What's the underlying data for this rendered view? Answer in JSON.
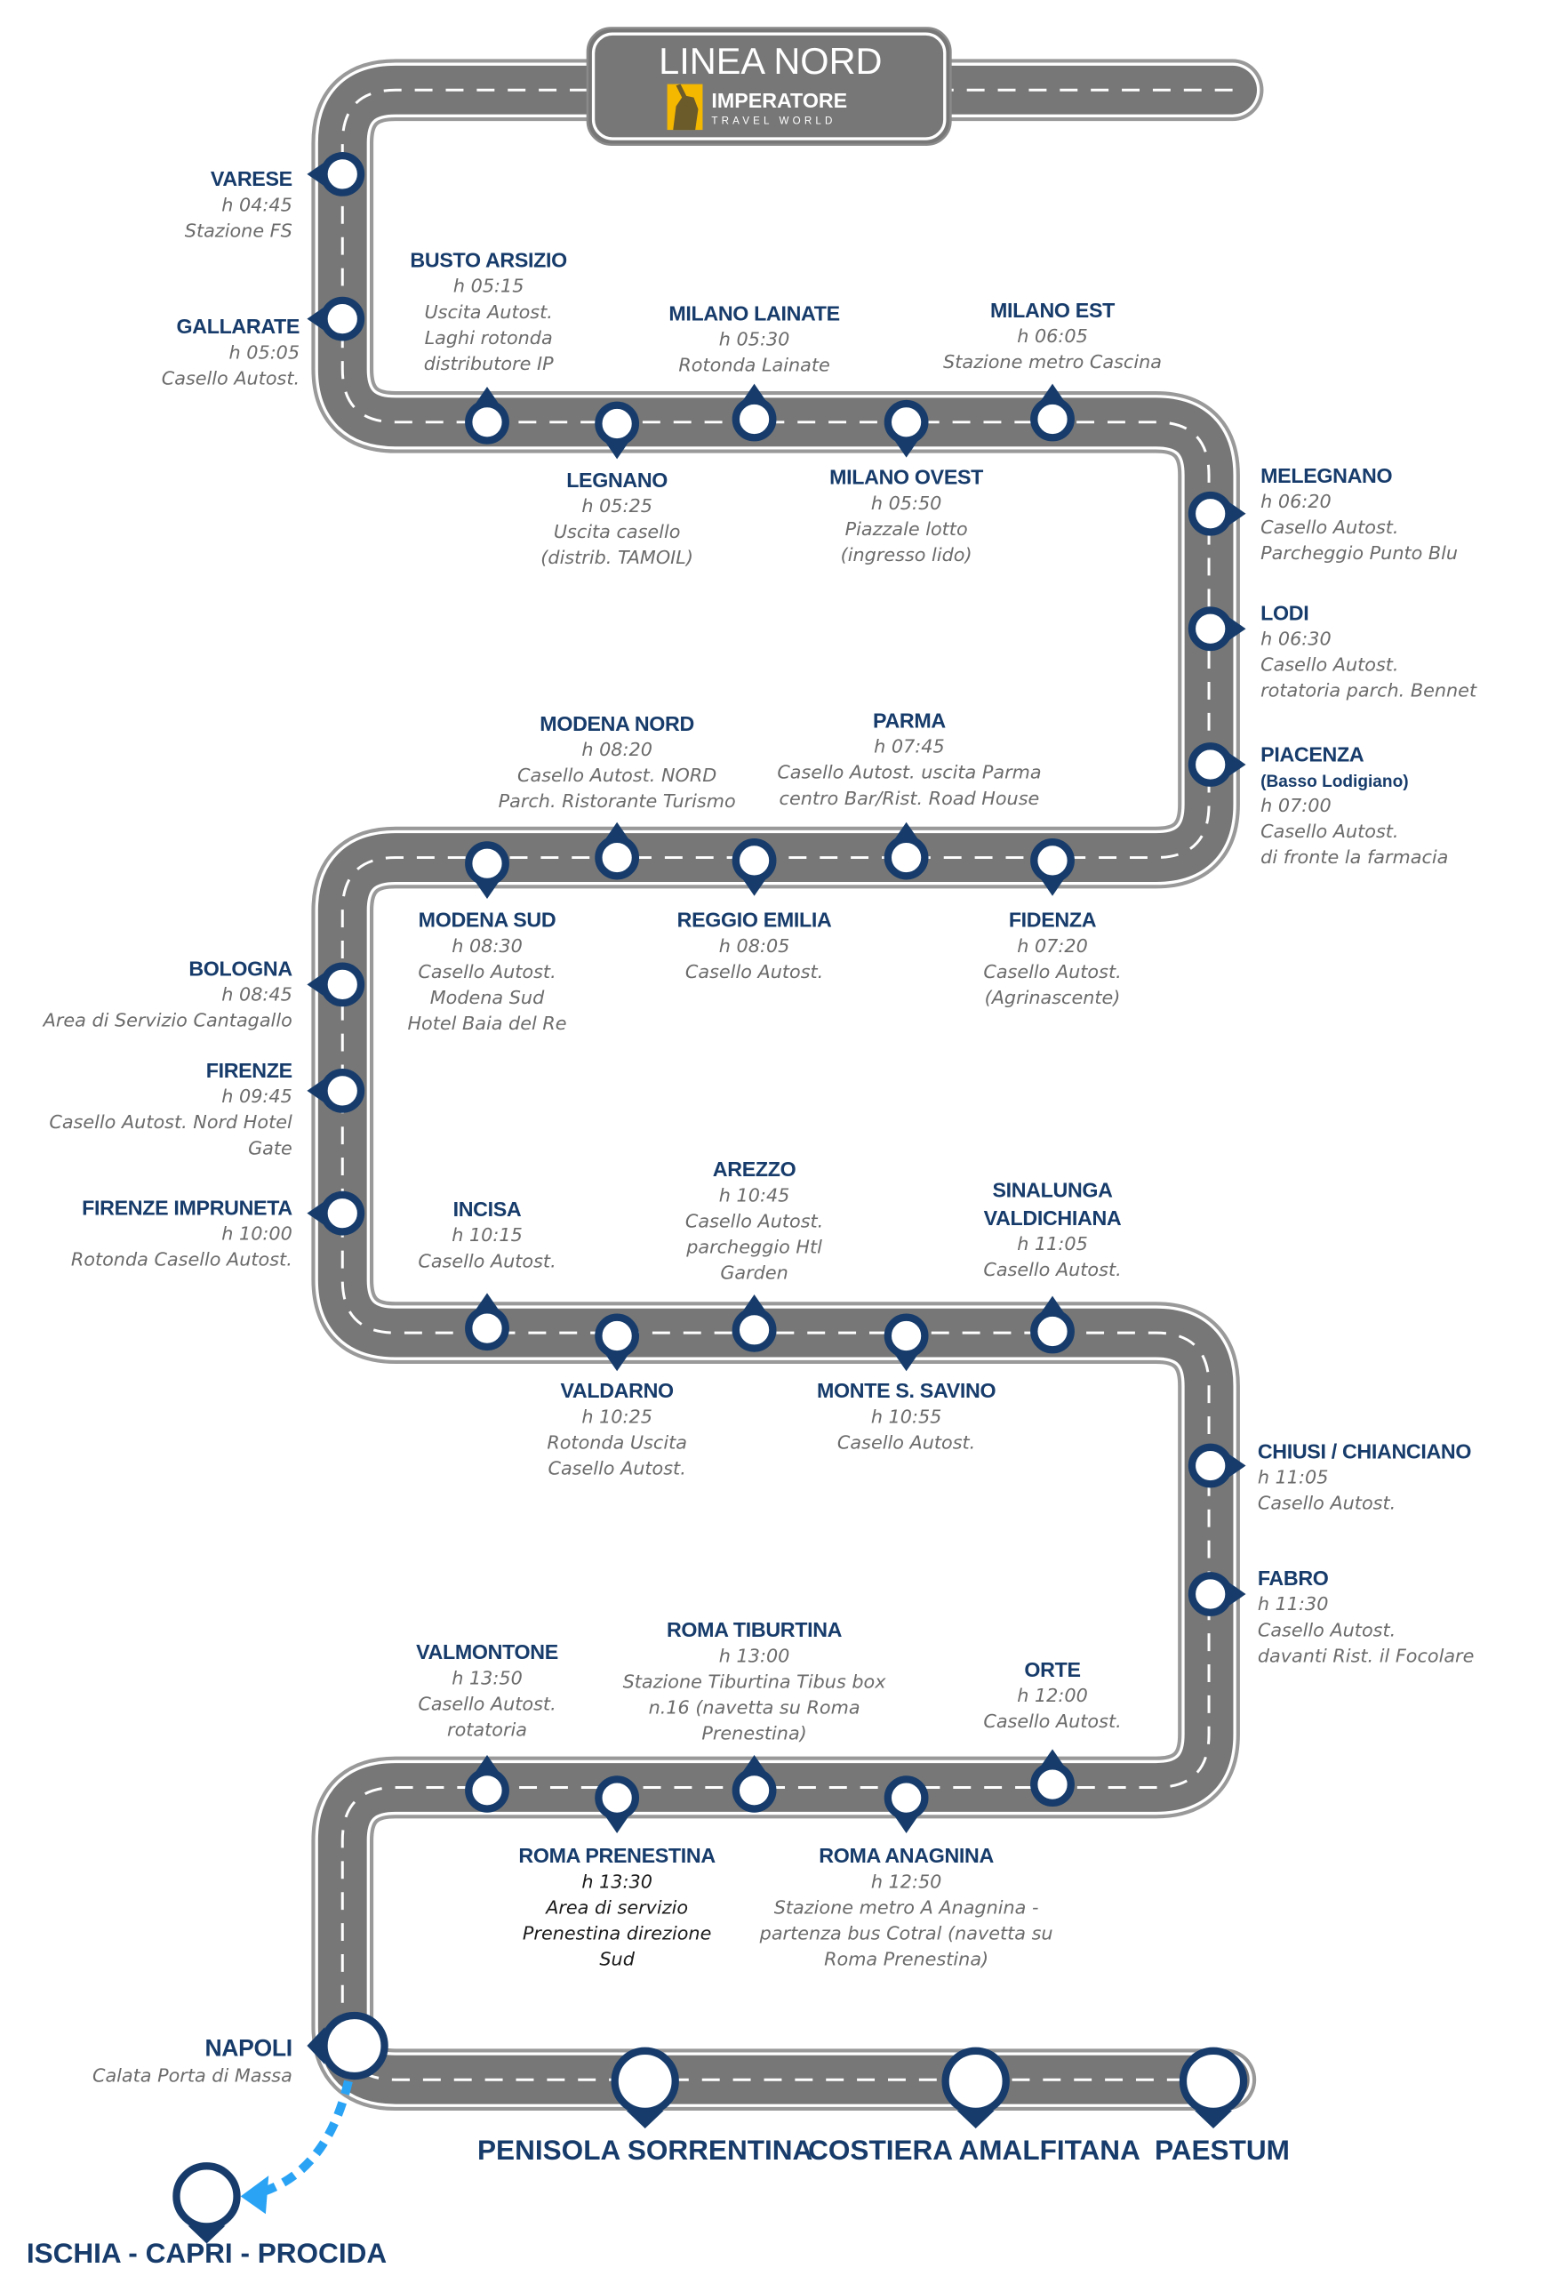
{
  "header": {
    "title": "LINEA NORD",
    "brand_name": "IMPERATORE",
    "brand_tagline": "TRAVEL WORLD"
  },
  "colors": {
    "navy": "#173c6b",
    "road": "#777777",
    "ferry_arrow": "#2aa3f5",
    "logo_yellow": "#f5b800"
  },
  "stops": [
    {
      "name": "VARESE",
      "time": "h 04:45",
      "details": [
        "Stazione FS"
      ]
    },
    {
      "name": "GALLARATE",
      "time": "h 05:05",
      "details": [
        "Casello Autost."
      ]
    },
    {
      "name": "BUSTO ARSIZIO",
      "time": "h 05:15",
      "details": [
        "Uscita Autost.",
        "Laghi rotonda",
        "distributore IP"
      ]
    },
    {
      "name": "LEGNANO",
      "time": "h 05:25",
      "details": [
        "Uscita casello",
        "(distrib. TAMOIL)"
      ]
    },
    {
      "name": "MILANO LAINATE",
      "time": "h 05:30",
      "details": [
        "Rotonda Lainate"
      ]
    },
    {
      "name": "MILANO OVEST",
      "time": "h 05:50",
      "details": [
        "Piazzale lotto",
        "(ingresso lido)"
      ]
    },
    {
      "name": "MILANO EST",
      "time": "h 06:05",
      "details": [
        "Stazione metro Cascina"
      ]
    },
    {
      "name": "MELEGNANO",
      "time": "h 06:20",
      "details": [
        "Casello Autost.",
        "Parcheggio Punto Blu"
      ]
    },
    {
      "name": "LODI",
      "time": "h 06:30",
      "details": [
        "Casello Autost.",
        "rotatoria parch. Bennet"
      ]
    },
    {
      "name": "PIACENZA",
      "subname": "(Basso Lodigiano)",
      "time": "h 07:00",
      "details": [
        "Casello Autost.",
        "di fronte la farmacia"
      ]
    },
    {
      "name": "FIDENZA",
      "time": "h 07:20",
      "details": [
        "Casello Autost.",
        "(Agrinascente)"
      ]
    },
    {
      "name": "PARMA",
      "time": "h 07:45",
      "details": [
        "Casello Autost. uscita Parma",
        "centro Bar/Rist. Road House"
      ]
    },
    {
      "name": "REGGIO EMILIA",
      "time": "h 08:05",
      "details": [
        "Casello Autost."
      ]
    },
    {
      "name": "MODENA NORD",
      "time": "h 08:20",
      "details": [
        "Casello Autost. NORD",
        "Parch. Ristorante Turismo"
      ]
    },
    {
      "name": "MODENA SUD",
      "time": "h 08:30",
      "details": [
        "Casello Autost.",
        "Modena Sud",
        "Hotel Baia del Re"
      ]
    },
    {
      "name": "BOLOGNA",
      "time": "h 08:45",
      "details": [
        "Area di Servizio Cantagallo"
      ]
    },
    {
      "name": "FIRENZE",
      "time": "h 09:45",
      "details": [
        "Casello Autost. Nord Hotel",
        "Gate"
      ]
    },
    {
      "name": "FIRENZE IMPRUNETA",
      "time": "h 10:00",
      "details": [
        "Rotonda Casello Autost."
      ]
    },
    {
      "name": "INCISA",
      "time": "h 10:15",
      "details": [
        "Casello Autost."
      ]
    },
    {
      "name": "VALDARNO",
      "time": "h 10:25",
      "details": [
        "Rotonda Uscita",
        "Casello Autost."
      ]
    },
    {
      "name": "AREZZO",
      "time": "h 10:45",
      "details": [
        "Casello Autost.",
        "parcheggio Htl",
        "Garden"
      ]
    },
    {
      "name": "MONTE S. SAVINO",
      "time": "h 10:55",
      "details": [
        "Casello Autost."
      ]
    },
    {
      "name": "SINALUNGA",
      "subname": "VALDICHIANA",
      "time": "h 11:05",
      "details": [
        "Casello Autost."
      ]
    },
    {
      "name": "CHIUSI / CHIANCIANO",
      "time": "h 11:05",
      "details": [
        "Casello Autost."
      ]
    },
    {
      "name": "FABRO",
      "time": "h 11:30",
      "details": [
        "Casello Autost.",
        "davanti Rist. il Focolare"
      ]
    },
    {
      "name": "ORTE",
      "time": "h 12:00",
      "details": [
        "Casello Autost."
      ]
    },
    {
      "name": "ROMA ANAGNINA",
      "time": "h 12:50",
      "details": [
        "Stazione metro A Anagnina -",
        "partenza bus Cotral (navetta su",
        "Roma Prenestina)"
      ]
    },
    {
      "name": "ROMA TIBURTINA",
      "time": "h 13:00",
      "details": [
        "Stazione Tiburtina Tibus box",
        "n.16 (navetta su Roma",
        "Prenestina)"
      ]
    },
    {
      "name": "ROMA PRENESTINA",
      "time": "h 13:30",
      "details": [
        "Area di servizio",
        "Prenestina direzione",
        "Sud"
      ]
    },
    {
      "name": "VALMONTONE",
      "time": "h 13:50",
      "details": [
        "Casello Autost.",
        "rotatoria"
      ]
    },
    {
      "name": "NAPOLI",
      "time": "",
      "details": [
        "Calata Porta di Massa"
      ]
    }
  ],
  "destinations": [
    {
      "name": "PENISOLA SORRENTINA"
    },
    {
      "name": "COSTIERA AMALFITANA"
    },
    {
      "name": "PAESTUM"
    },
    {
      "name": "ISCHIA - CAPRI - PROCIDA"
    }
  ]
}
